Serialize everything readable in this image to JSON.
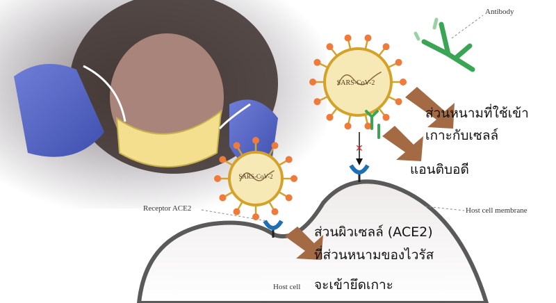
{
  "labels": {
    "antibody": "Antibody",
    "receptor": "Receptor ACE2",
    "membrane": "Host cell membrane",
    "host_cell": "Host cell",
    "virus_top": "SARS-CoV-2",
    "virus_bottom": "SARS-CoV-2"
  },
  "thai_text": {
    "spike_line1": "ส่วนหนามที่ใช้เข้า",
    "spike_line2": "เกาะกับเซลล์",
    "antibody": "แอนติบอดี",
    "ace2_line1": "ส่วนผิวเซลล์ (ACE2)",
    "ace2_line2": "ที่ส่วนหนามของไวรัส",
    "ace2_line3": "จะเข้ายึดเกาะ"
  },
  "colors": {
    "virus_fill": "#f7e9b5",
    "virus_ring": "#d4a22a",
    "spike_tip": "#ef7a3a",
    "antibody": "#3aa655",
    "receptor": "#1e6fb5",
    "arrow": "#a46a44",
    "membrane": "#555555",
    "block_x": "#e0202a"
  }
}
